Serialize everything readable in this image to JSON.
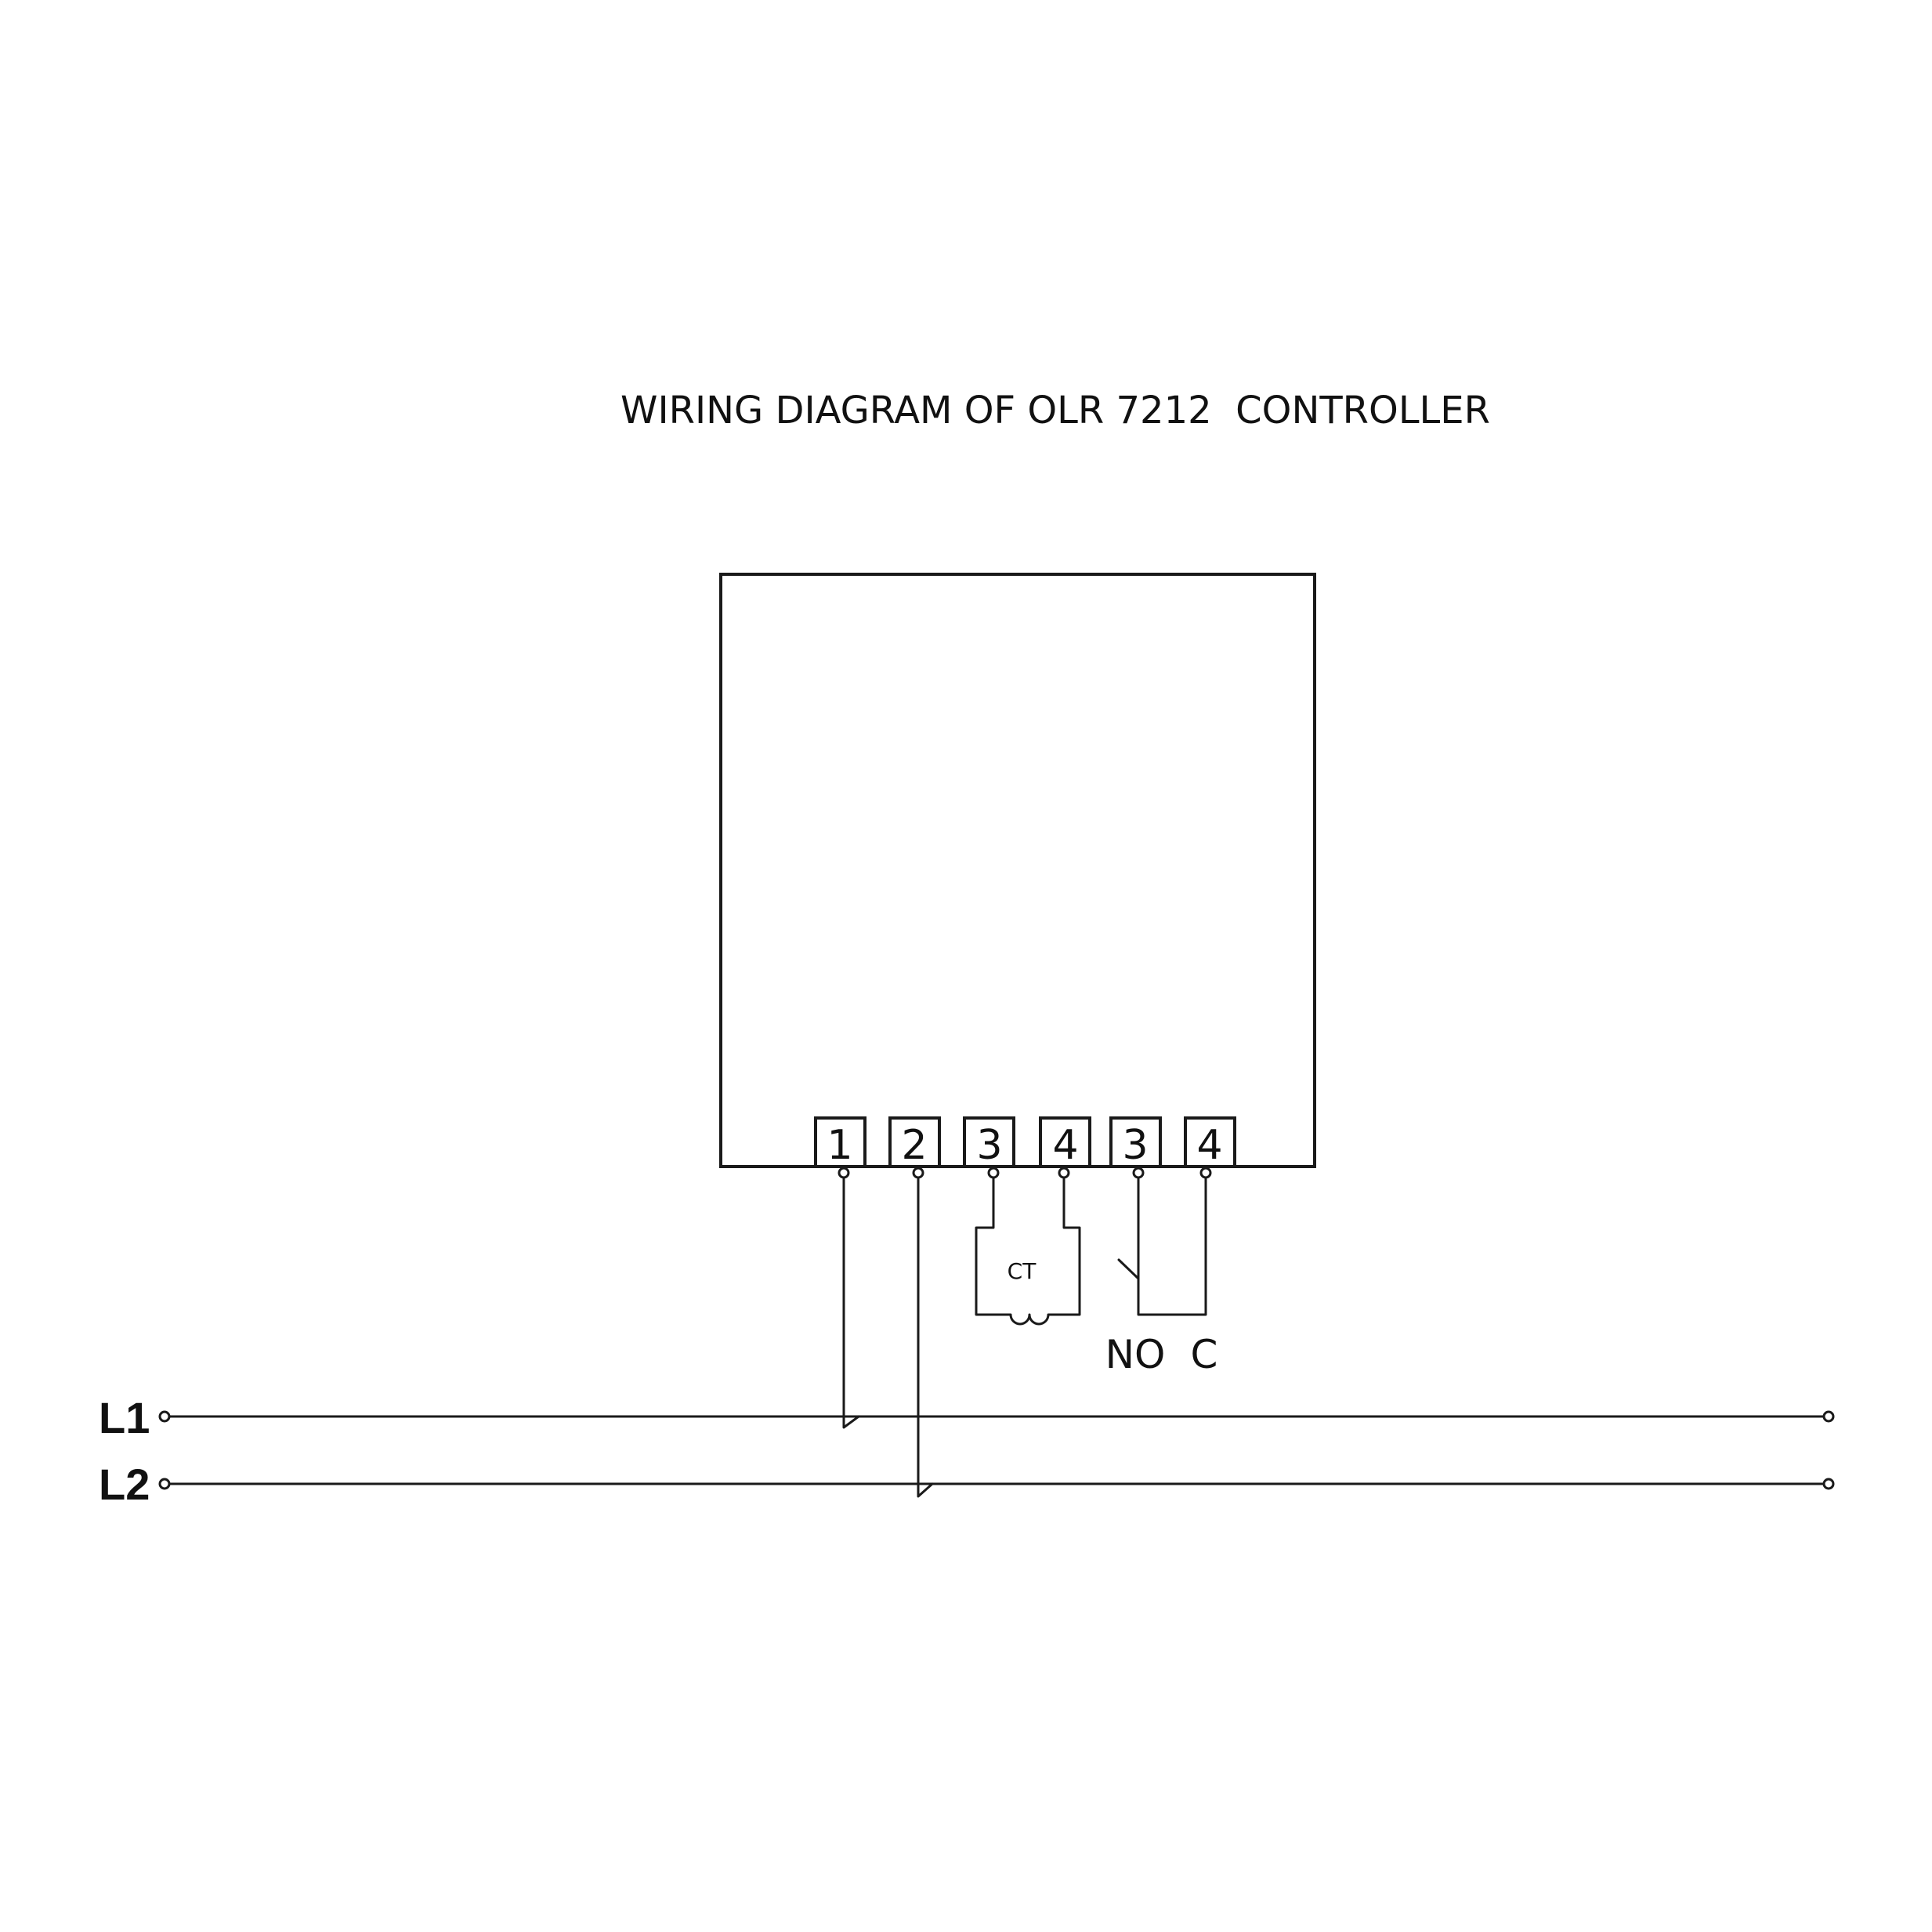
{
  "title": "WIRING DIAGRAM OF OLR 7212  CONTROLLER",
  "terminals": [
    "1",
    "2",
    "3",
    "4",
    "3",
    "4"
  ],
  "ct_label": "CT",
  "relay": {
    "no_label": "NO",
    "c_label": "C"
  },
  "lines": {
    "l1_label": "L1",
    "l2_label": "L2"
  }
}
